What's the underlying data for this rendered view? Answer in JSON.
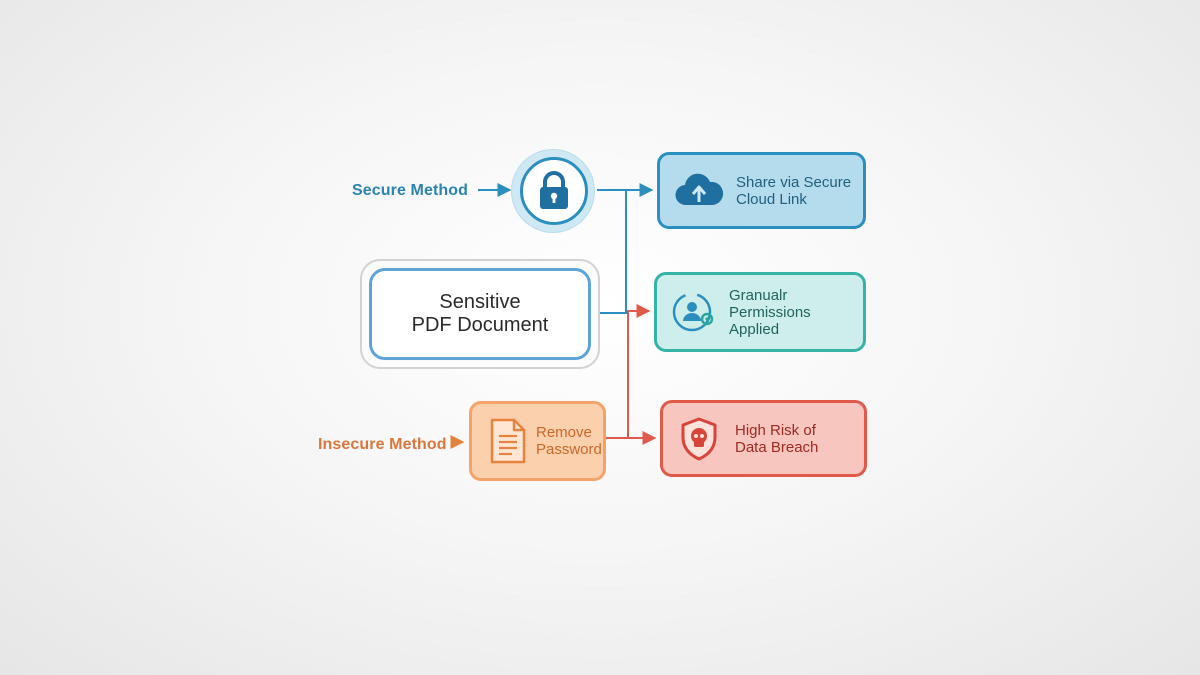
{
  "secure": {
    "label": "Secure Method",
    "color": "#2a8fbf",
    "lock_icon": "lock-icon"
  },
  "insecure": {
    "label": "Insecure Method",
    "color": "#d9773b",
    "step": {
      "line1": "Remove",
      "line2": "Password",
      "icon": "document-icon"
    }
  },
  "document": {
    "line1": "Sensitive",
    "line2": "PDF Document"
  },
  "outcomes": {
    "cloud": {
      "line1": "Share via Secure",
      "line2": "Cloud Link",
      "icon": "cloud-upload-icon",
      "color": "#2a8fbf"
    },
    "permissions": {
      "line1": "Granualr",
      "line2": "Permissions",
      "line3": "Applied",
      "icon": "user-permissions-icon",
      "color": "#36b2a6"
    },
    "risk": {
      "line1": "High Risk of",
      "line2": "Data Breach",
      "icon": "skull-shield-icon",
      "color": "#e05a4b"
    }
  }
}
